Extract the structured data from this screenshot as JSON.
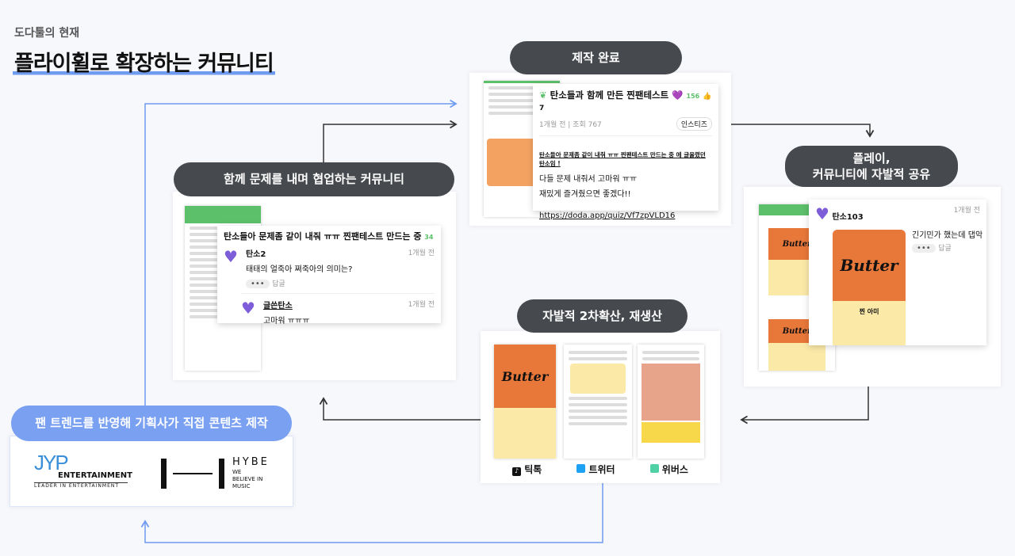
{
  "header": {
    "subtitle": "도다툴의 현재",
    "title": "플라이휠로 확장하는 커뮤니티"
  },
  "steps": {
    "done": "제작 완료",
    "collab": "함께 문제를 내며 협업하는 커뮤니티",
    "play_line1": "플레이,",
    "play_line2": "커뮤니티에 자발적 공유",
    "spread": "자발적 2차확산, 재생산",
    "agency": "팬 트렌드를 반영해 기획사가 직접 콘텐츠 제작"
  },
  "post": {
    "title": "탄소들과 함께 만든 찐팬테스트 💜",
    "count": "156",
    "likes": "7",
    "meta": "1개월 전 | 조회 767",
    "badge": "인스티즈",
    "line1": "탄소들아 문제좀 같이 내줘 ㅠㅠ 찐팬테스트 만드는 중 에 글올렸던 탄소임 !",
    "line2": "다들 문제 내줘서 고마워 ㅠㅠ",
    "line3": "재밌게 즐겨줬으면 좋겠다!!",
    "link": "https://doda.app/quiz/Vf7zpVLD16"
  },
  "thread": {
    "title": "탄소들아 문제좀 같이 내줘 ㅠㅠ 찐팬테스트 만드는 중",
    "count": "34",
    "c1": {
      "user": "탄소2",
      "time": "1개월 전",
      "text": "태태의 얼죽아 쪄죽아의 의미는?",
      "reply": "답글"
    },
    "c2": {
      "user": "글쓴탄소",
      "time": "1개월 전",
      "text": "고마워 ㅠㅠㅠ"
    }
  },
  "share": {
    "user": "탄소103",
    "time": "1개월 전",
    "text": "긴기민가 했는데 댑악",
    "reply": "답글",
    "image": "Butter",
    "result": "찐 아미"
  },
  "platforms": [
    {
      "label": "틱톡",
      "color": "#111111"
    },
    {
      "label": "트위터",
      "color": "#1da1f2"
    },
    {
      "label": "위버스",
      "color": "#4fd1a5"
    }
  ],
  "logos": {
    "jyp": "JYP",
    "jyp_sub": "ENTERTAINMENT",
    "jyp_tag": "LEADER IN ENTERTAINMENT",
    "hybe": "HYBE",
    "hybe_tag1": "WE",
    "hybe_tag2": "BELIEVE IN",
    "hybe_tag3": "MUSIC"
  },
  "colors": {
    "pill": "#46494e",
    "accent": "#7aa0f2",
    "arrow_dark": "#333333",
    "arrow_blue": "#6f9bf0"
  }
}
